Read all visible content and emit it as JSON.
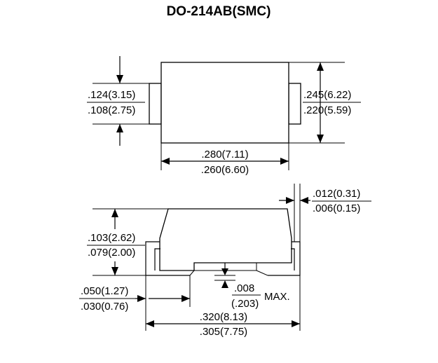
{
  "title": "DO-214AB(SMC)",
  "top_view": {
    "lead_width_max": ".124(3.15)",
    "lead_width_min": ".108(2.75)",
    "body_width_max": ".245(6.22)",
    "body_width_min": ".220(5.59)",
    "body_length_max": ".280(7.11)",
    "body_length_min": ".260(6.60)"
  },
  "side_view": {
    "lead_thickness_max": ".012(0.31)",
    "lead_thickness_min": ".006(0.15)",
    "height_max": ".103(2.62)",
    "height_min": ".079(2.00)",
    "lead_length_max": ".050(1.27)",
    "lead_length_min": ".030(0.76)",
    "standoff_in": ".008",
    "standoff_mm": "(.203)",
    "standoff_note": "MAX.",
    "overall_length_max": ".320(8.13)",
    "overall_length_min": ".305(7.75)"
  }
}
